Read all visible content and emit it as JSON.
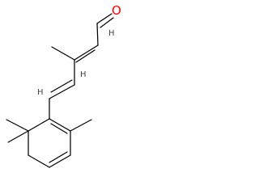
{
  "molecule": {
    "atoms": {
      "oxygen": {
        "symbol": "O",
        "color": "#ff0000"
      },
      "alkene_h_1": {
        "symbol": "H"
      },
      "alkene_h_2": {
        "symbol": "H"
      },
      "alkene_h_3": {
        "symbol": "H"
      }
    }
  }
}
